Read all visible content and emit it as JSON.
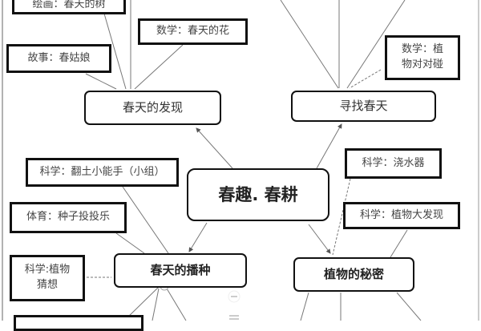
{
  "center": "春趣. 春耕",
  "branches": {
    "discover": {
      "title": "春天的发现",
      "children": [
        "绘画：春天的树",
        "数学：春天的花",
        "故事：春姑娘"
      ]
    },
    "search": {
      "title": "寻找春天",
      "children": [
        "数学：植物对对碰"
      ]
    },
    "sowing": {
      "title": "春天的播种",
      "children": [
        "科学：翻土小能手（小组）",
        "体育：种子投投乐",
        "科学:植物猜想"
      ]
    },
    "secret": {
      "title": "植物的秘密",
      "children": [
        "科学：浇水器",
        "科学：植物大发现"
      ]
    }
  }
}
